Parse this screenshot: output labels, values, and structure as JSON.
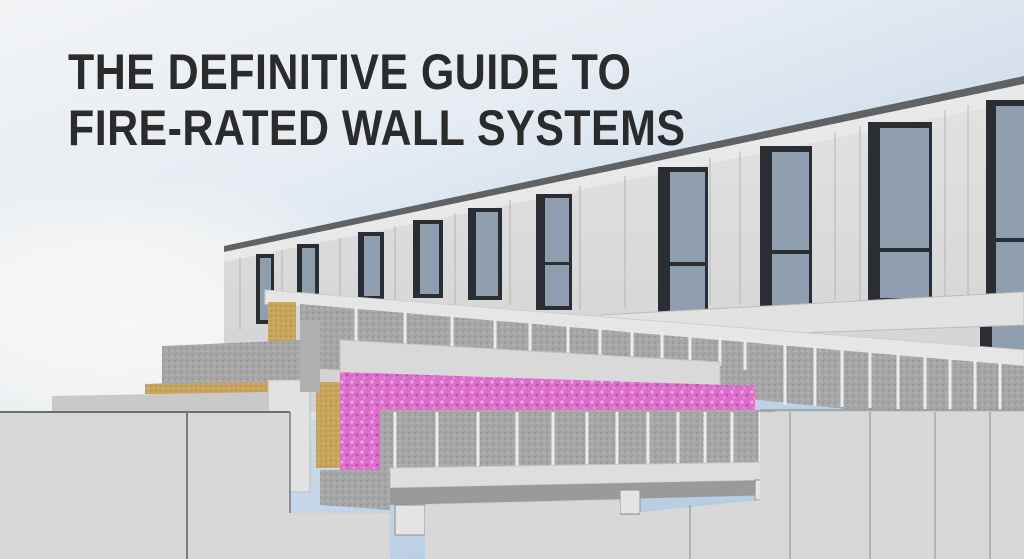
{
  "hero": {
    "title_line_1": "THE DEFINITIVE GUIDE TO",
    "title_line_2": "FIRE-RATED WALL SYSTEMS"
  },
  "colors": {
    "title_text": "#2b2b2c",
    "sky_top": "#e6ecf2",
    "sky_right": "#a9c3dd",
    "facade_panel": "#dcdcdc",
    "window_frame": "#2a2d31",
    "window_glass": "#8e9eae",
    "pink_insulation": "#d868c8",
    "mineral_wool": "#c7a35a",
    "concrete": "#a9a9a9",
    "steel_stud": "#e4e4e4"
  },
  "illustration": {
    "subject": "cutaway of building facade showing layered fire-rated wall system",
    "layers": [
      "facade-cladding-panels",
      "steel-stud-frame",
      "pink-insulation",
      "mineral-wool-board",
      "concrete-base",
      "aluminum-profiles"
    ]
  }
}
